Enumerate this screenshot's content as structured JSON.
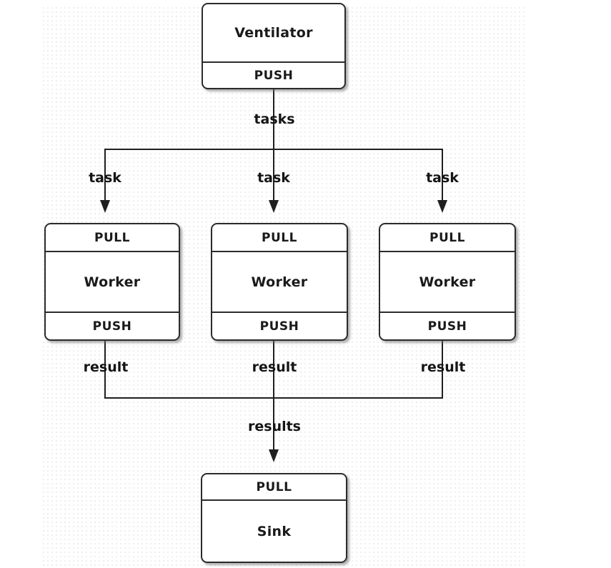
{
  "diagram": {
    "ventilator": {
      "title": "Ventilator",
      "socket_bottom": "PUSH"
    },
    "edges": {
      "tasks_label": "tasks",
      "task_labels": [
        "task",
        "task",
        "task"
      ],
      "result_labels": [
        "result",
        "result",
        "result"
      ],
      "results_label": "results"
    },
    "workers": [
      {
        "socket_top": "PULL",
        "title": "Worker",
        "socket_bottom": "PUSH"
      },
      {
        "socket_top": "PULL",
        "title": "Worker",
        "socket_bottom": "PUSH"
      },
      {
        "socket_top": "PULL",
        "title": "Worker",
        "socket_bottom": "PUSH"
      }
    ],
    "sink": {
      "socket_top": "PULL",
      "title": "Sink"
    }
  },
  "colors": {
    "line": "#1f1f1f",
    "box_border": "#2b2b2b",
    "text": "#1a1a1a",
    "background": "#ffffff",
    "dot_pattern": "#e9e9e9"
  }
}
